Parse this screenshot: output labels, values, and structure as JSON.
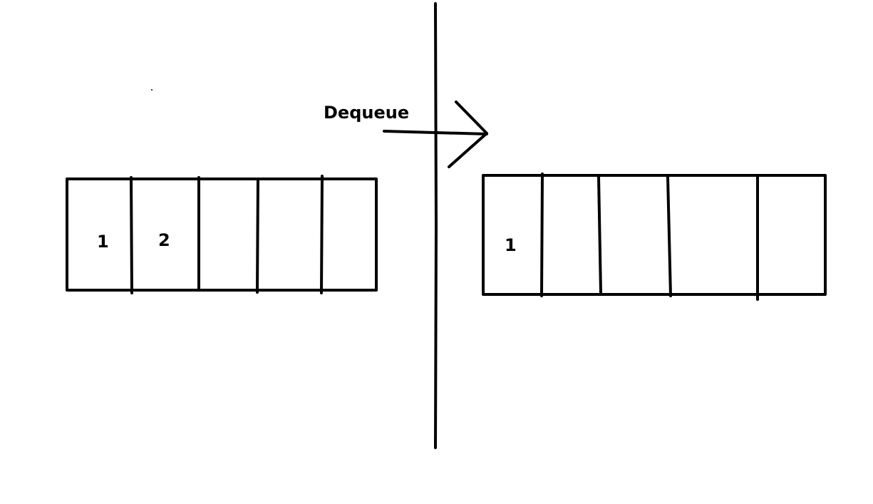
{
  "operation_label": "Dequeue",
  "queue_before": {
    "slot_count": 5,
    "items": [
      "1",
      "2",
      "",
      "",
      ""
    ]
  },
  "queue_after": {
    "slot_count": 5,
    "items": [
      "1",
      "",
      "",
      "",
      ""
    ]
  },
  "colors": {
    "ink": "#000000",
    "background": "#ffffff"
  }
}
